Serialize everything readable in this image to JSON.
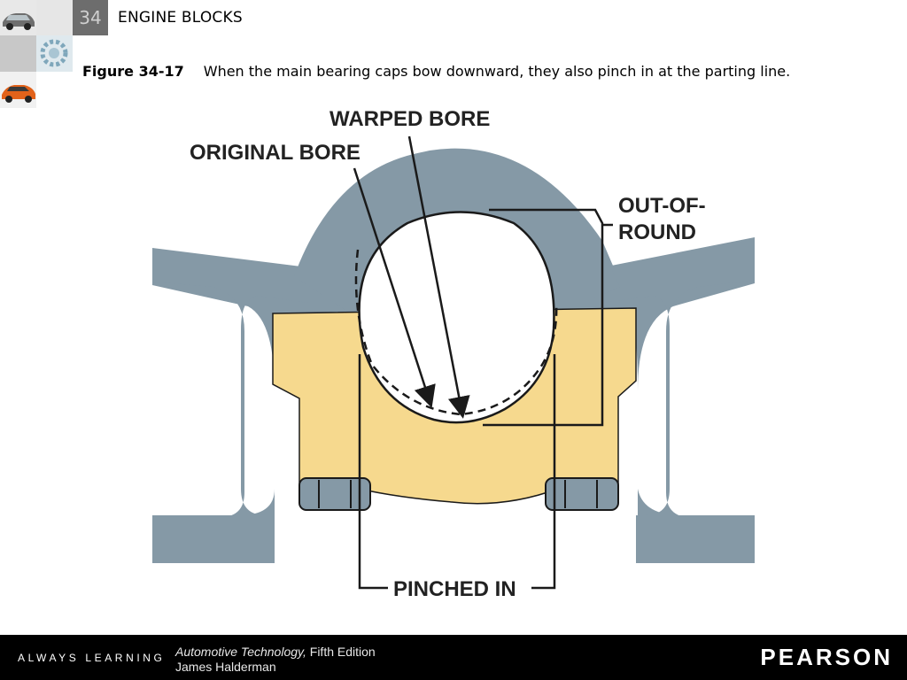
{
  "header": {
    "chapter_number": "34",
    "chapter_title": "ENGINE BLOCKS"
  },
  "caption": {
    "figure_label": "Figure 34-17",
    "text": "When the main bearing caps bow downward, they also pinch in at the parting line."
  },
  "diagram": {
    "labels": {
      "warped_bore": "WARPED BORE",
      "original_bore": "ORIGINAL BORE",
      "out_of_round_1": "OUT-OF-",
      "out_of_round_2": "ROUND",
      "pinched_in": "PINCHED IN"
    },
    "colors": {
      "block": "#8599a6",
      "cap": "#f6d98e",
      "outline": "#1a1a1a"
    }
  },
  "footer": {
    "tagline": "ALWAYS LEARNING",
    "book_title": "Automotive Technology,",
    "edition": " Fifth Edition",
    "author": "James Halderman",
    "publisher": "PEARSON"
  }
}
